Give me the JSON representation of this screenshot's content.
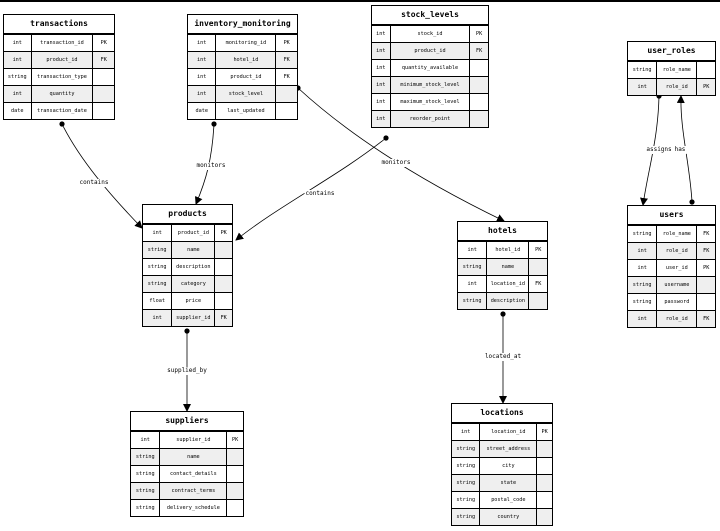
{
  "entities": [
    {
      "id": "transactions",
      "title": "transactions",
      "rows": [
        [
          "int",
          "transaction_id",
          "PK"
        ],
        [
          "int",
          "product_id",
          "FK"
        ],
        [
          "string",
          "transaction_type",
          ""
        ],
        [
          "int",
          "quantity",
          ""
        ],
        [
          "date",
          "transaction_date",
          ""
        ]
      ]
    },
    {
      "id": "inventory_monitoring",
      "title": "inventory_monitoring",
      "rows": [
        [
          "int",
          "monitoring_id",
          "PK"
        ],
        [
          "int",
          "hotel_id",
          "FK"
        ],
        [
          "int",
          "product_id",
          "FK"
        ],
        [
          "int",
          "stock_level",
          ""
        ],
        [
          "date",
          "last_updated",
          ""
        ]
      ]
    },
    {
      "id": "stock_levels",
      "title": "stock_levels",
      "rows": [
        [
          "int",
          "stock_id",
          "PK"
        ],
        [
          "int",
          "product_id",
          "FK"
        ],
        [
          "int",
          "quantity_available",
          ""
        ],
        [
          "int",
          "minimum_stock_level",
          ""
        ],
        [
          "int",
          "maximum_stock_level",
          ""
        ],
        [
          "int",
          "reorder_point",
          ""
        ]
      ]
    },
    {
      "id": "user_roles",
      "title": "user_roles",
      "rows": [
        [
          "string",
          "role_name",
          ""
        ],
        [
          "int",
          "role_id",
          "PK"
        ]
      ]
    },
    {
      "id": "products",
      "title": "products",
      "rows": [
        [
          "int",
          "product_id",
          "PK"
        ],
        [
          "string",
          "name",
          ""
        ],
        [
          "string",
          "description",
          ""
        ],
        [
          "string",
          "category",
          ""
        ],
        [
          "float",
          "price",
          ""
        ],
        [
          "int",
          "supplier_id",
          "FK"
        ]
      ]
    },
    {
      "id": "hotels",
      "title": "hotels",
      "rows": [
        [
          "int",
          "hotel_id",
          "PK"
        ],
        [
          "string",
          "name",
          ""
        ],
        [
          "int",
          "location_id",
          "FK"
        ],
        [
          "string",
          "description",
          ""
        ]
      ]
    },
    {
      "id": "users",
      "title": "users",
      "rows": [
        [
          "string",
          "role_name",
          "FK"
        ],
        [
          "int",
          "role_id",
          "FK"
        ],
        [
          "int",
          "user_id",
          "PK"
        ],
        [
          "string",
          "username",
          ""
        ],
        [
          "string",
          "password",
          ""
        ],
        [
          "int",
          "role_id",
          "FK"
        ]
      ]
    },
    {
      "id": "suppliers",
      "title": "suppliers",
      "rows": [
        [
          "int",
          "supplier_id",
          "PK"
        ],
        [
          "string",
          "name",
          ""
        ],
        [
          "string",
          "contact_details",
          ""
        ],
        [
          "string",
          "contract_terms",
          ""
        ],
        [
          "string",
          "delivery_schedule",
          ""
        ]
      ]
    },
    {
      "id": "locations",
      "title": "locations",
      "rows": [
        [
          "int",
          "location_id",
          "PK"
        ],
        [
          "string",
          "street_address",
          ""
        ],
        [
          "string",
          "city",
          ""
        ],
        [
          "string",
          "state",
          ""
        ],
        [
          "string",
          "postal_code",
          ""
        ],
        [
          "string",
          "country",
          ""
        ]
      ]
    }
  ],
  "relationships": [
    {
      "id": "transactions-products",
      "label": "contains"
    },
    {
      "id": "inventory-products",
      "label": "monitors"
    },
    {
      "id": "stock-products",
      "label": "contains"
    },
    {
      "id": "inventory-hotels",
      "label": "monitors"
    },
    {
      "id": "products-suppliers",
      "label": "supplied_by"
    },
    {
      "id": "hotels-locations",
      "label": "located_at"
    },
    {
      "id": "roles-users",
      "label": "assigns"
    },
    {
      "id": "users-roles",
      "label": "has"
    }
  ]
}
